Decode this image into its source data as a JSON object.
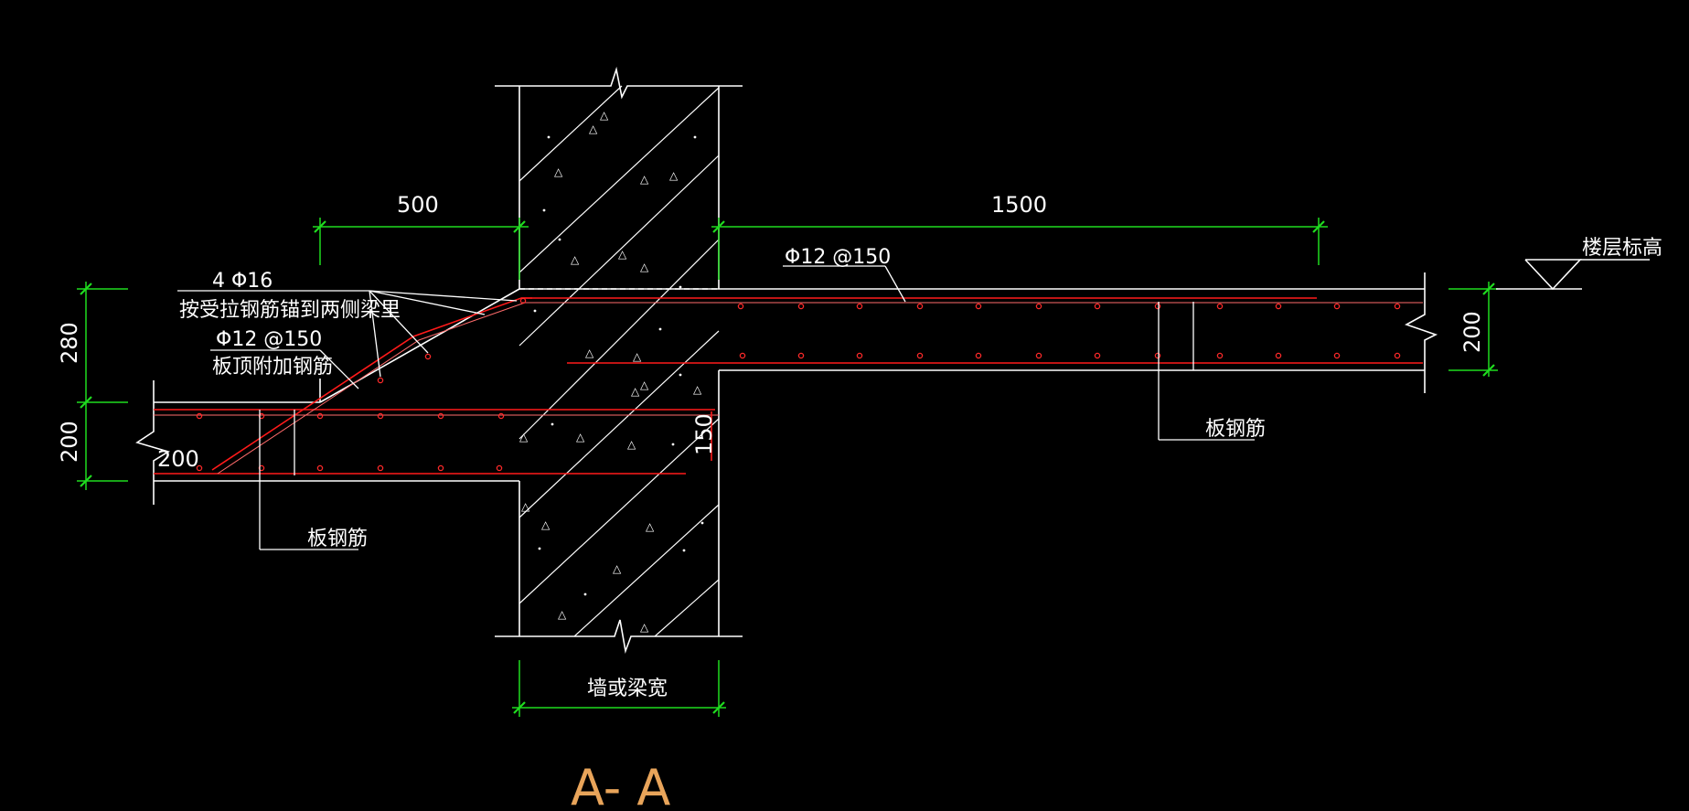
{
  "dimensions": {
    "left_top": "500",
    "right_top": "1500",
    "left_vertical_upper": "280",
    "left_vertical_lower": "200",
    "left_inner": "200",
    "right_vertical": "200",
    "wall_vertical": "150",
    "wall_width": "墙或梁宽"
  },
  "labels": {
    "rebar_top_left": "4 Φ16",
    "anchor_note": "按受拉钢筋锚到两侧梁里",
    "rebar_left_slab": "Φ12 @150",
    "additional_top_rebar": "板顶附加钢筋",
    "rebar_right_slab": "Φ12 @150",
    "slab_rebar_right": "板钢筋",
    "slab_rebar_left": "板钢筋",
    "floor_elevation": "楼层标高"
  },
  "section_title": "A- A",
  "colors": {
    "background": "#000000",
    "structure": "#ffffff",
    "rebar": "#ff1a1a",
    "dimension": "#1fdc1f",
    "title": "#e8a45a"
  }
}
